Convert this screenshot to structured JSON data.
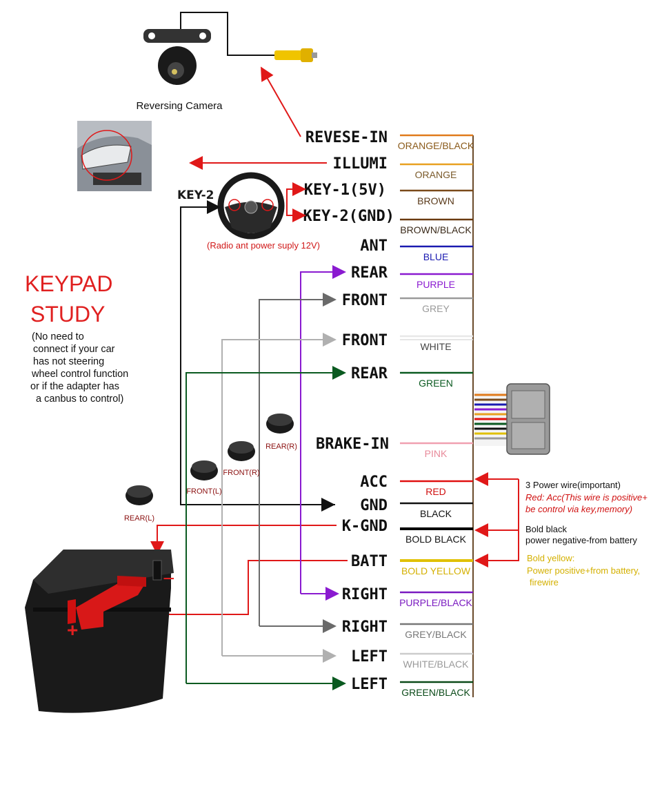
{
  "camera": {
    "label": "Reversing Camera"
  },
  "steering": {
    "key2_left": "KEY-2",
    "key1": "KEY-1(5V)",
    "key2_gnd": "KEY-2(GND)",
    "note": "(Radio ant power suply 12V)"
  },
  "keypad": {
    "title_line1": "KEYPAD",
    "title_line2": "STUDY",
    "note_lines": [
      "(No need to",
      "connect if your car",
      "has not steering",
      "wheel control function",
      "or if the adapter has",
      "a canbus to control)"
    ]
  },
  "pins": [
    {
      "label": "REVESE-IN",
      "wire": "ORANGE/BLACK",
      "color": "#e07a1a",
      "text_color": "#8a5a1a"
    },
    {
      "label": "ILLUMI",
      "wire": "ORANGE",
      "color": "#e8a020",
      "text_color": "#7a5a2a"
    },
    {
      "label": "KEY-1(5V)",
      "wire": "BROWN",
      "color": "#7a4a1a",
      "text_color": "#5a3a1a"
    },
    {
      "label": "KEY-2(GND)",
      "wire": "BROWN/BLACK",
      "color": "#6a3a10",
      "text_color": "#3a2a1a"
    },
    {
      "label": "ANT",
      "wire": "BLUE",
      "color": "#1a1ab0",
      "text_color": "#1a1ab0"
    },
    {
      "label": "REAR",
      "wire": "PURPLE",
      "color": "#8a1ad0",
      "text_color": "#8a1ad0"
    },
    {
      "label": "FRONT",
      "wire": "GREY",
      "color": "#9a9a9a",
      "text_color": "#9a9a9a"
    },
    {
      "label": "FRONT",
      "wire": "WHITE",
      "color": "#e8e8e8",
      "text_color": "#444444"
    },
    {
      "label": "REAR",
      "wire": "GREEN",
      "color": "#0a5a20",
      "text_color": "#0a5a20"
    },
    {
      "label": "BRAKE-IN",
      "wire": "PINK",
      "color": "#f0a0b0",
      "text_color": "#e88a9a"
    },
    {
      "label": "ACC",
      "wire": "RED",
      "color": "#e01010",
      "text_color": "#d01010"
    },
    {
      "label": "GND",
      "wire": "BLACK",
      "color": "#111111",
      "text_color": "#111111"
    },
    {
      "label": "K-GND",
      "wire": "BOLD BLACK",
      "color": "#000000",
      "text_color": "#111111"
    },
    {
      "label": "BATT",
      "wire": "BOLD YELLOW",
      "color": "#e0c000",
      "text_color": "#d4b000"
    },
    {
      "label": "RIGHT",
      "wire": "PURPLE/BLACK",
      "color": "#7a1ac0",
      "text_color": "#7a1ac0"
    },
    {
      "label": "RIGHT",
      "wire": "GREY/BLACK",
      "color": "#777777",
      "text_color": "#777777"
    },
    {
      "label": "LEFT",
      "wire": "WHITE/BLACK",
      "color": "#cccccc",
      "text_color": "#999999"
    },
    {
      "label": "LEFT",
      "wire": "GREEN/BLACK",
      "color": "#0a4a18",
      "text_color": "#0a4a18"
    }
  ],
  "speakers": [
    {
      "label": "REAR(R)"
    },
    {
      "label": "FRONT(R)"
    },
    {
      "label": "FRONT(L)"
    },
    {
      "label": "REAR(L)"
    }
  ],
  "power_notes": {
    "heading": "3 Power wire(important)",
    "red_note_line1": "Red: Acc(This wire is positive+",
    "red_note_line2": "be control via key,memory)",
    "black_line1": "Bold black",
    "black_line2": "power negative-from battery",
    "yellow_line1": "Bold yellow:",
    "yellow_line2": "Power positive+from battery,",
    "yellow_line3": "firewire"
  },
  "battery": {
    "minus": "−",
    "plus": "+"
  },
  "colors": {
    "red_arrow": "#e01818",
    "keypad_red": "#e02020",
    "purple_line": "#8a1ad0",
    "green_line": "#0a5a20",
    "grey_line": "#7a7a7a",
    "light_grey_line": "#b8b8b8"
  }
}
